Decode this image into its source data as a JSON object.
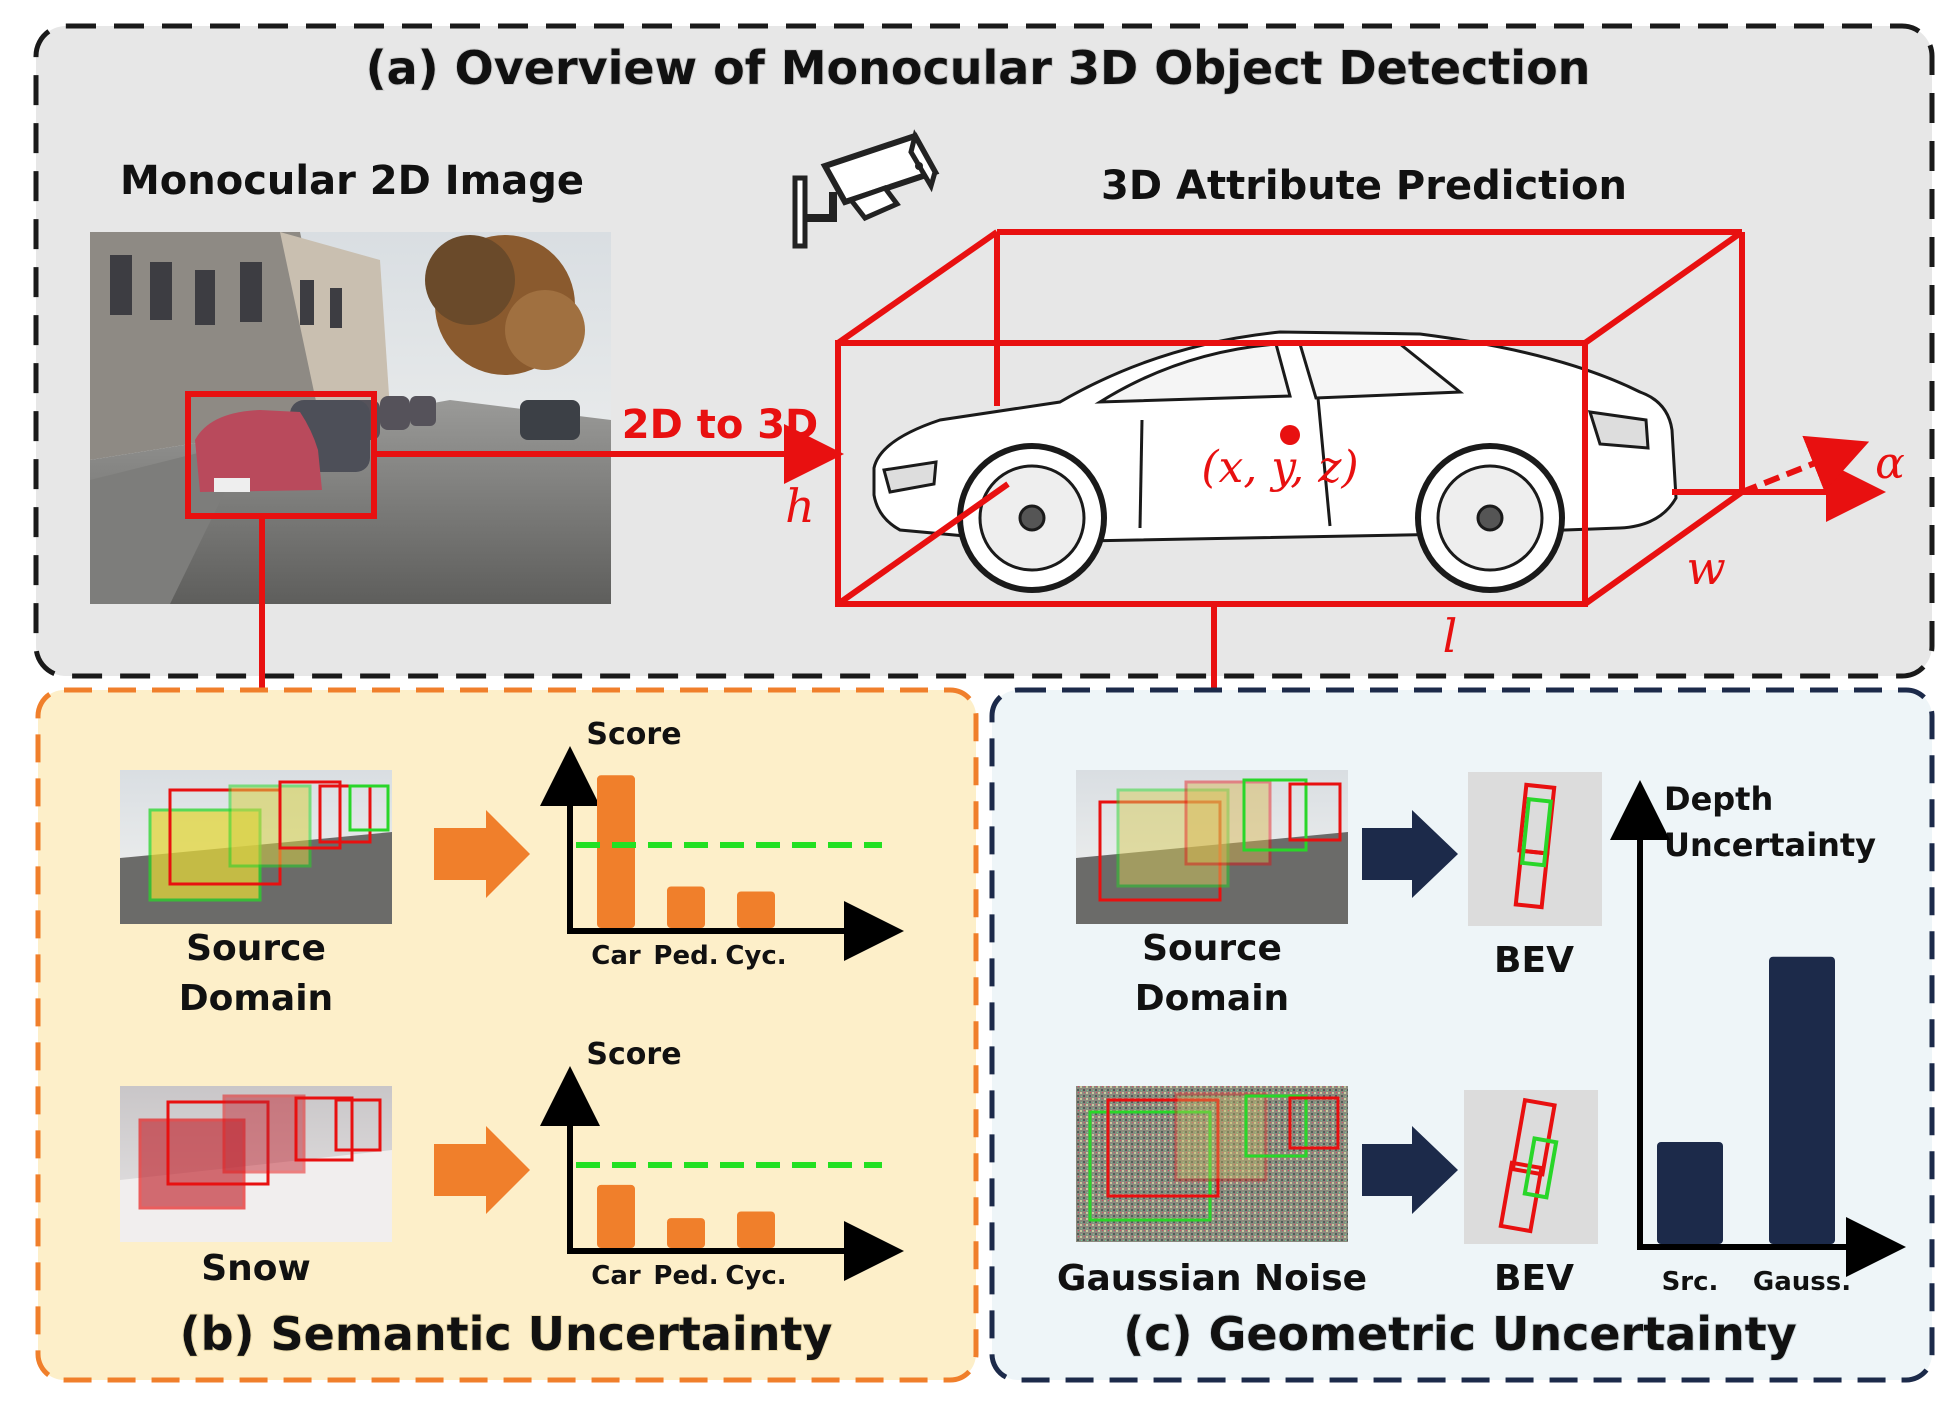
{
  "panel_a": {
    "title": "(a) Overview of Monocular 3D Object Detection",
    "image_label": "Monocular 2D Image",
    "prediction_label": "3D Attribute Prediction",
    "arrow_label": "2D to 3D",
    "dim_h": "h",
    "dim_w": "w",
    "dim_l": "l",
    "center": "(x, y, z)",
    "angle": "α",
    "icons": [
      "camera-icon",
      "car-icon"
    ]
  },
  "panel_b": {
    "title": "(b) Semantic Uncertainty",
    "source_label_1": "Source",
    "source_label_2": "Domain",
    "snow_label": "Snow",
    "score_label": "Score"
  },
  "panel_c": {
    "title": "(c) Geometric Uncertainty",
    "source_label_1": "Source",
    "source_label_2": "Domain",
    "noise_label": "Gaussian Noise",
    "bev_label": "BEV",
    "depth_label_1": "Depth",
    "depth_label_2": "Uncertainty"
  },
  "colors": {
    "red": "#e81010",
    "orange": "#f07f2b",
    "navy": "#1c2a4a",
    "green_dash": "#22e022",
    "panel_a_bg": "#e7e7e7",
    "panel_b_bg": "#fdefc9",
    "panel_c_bg": "#eef5f8"
  },
  "chart_data": [
    {
      "type": "bar",
      "categories": [
        "Car",
        "Ped.",
        "Cyc."
      ],
      "values": [
        0.92,
        0.25,
        0.22
      ],
      "threshold": 0.5,
      "ylabel": "Score",
      "ylim": [
        0,
        1
      ]
    },
    {
      "type": "bar",
      "categories": [
        "Car",
        "Ped.",
        "Cyc."
      ],
      "values": [
        0.38,
        0.18,
        0.22
      ],
      "threshold": 0.5,
      "ylabel": "Score",
      "ylim": [
        0,
        1
      ]
    },
    {
      "type": "bar",
      "categories": [
        "Src.",
        "Gauss."
      ],
      "values": [
        0.27,
        0.76
      ],
      "ylabel": "Depth Uncertainty",
      "ylim": [
        0,
        1
      ]
    }
  ]
}
